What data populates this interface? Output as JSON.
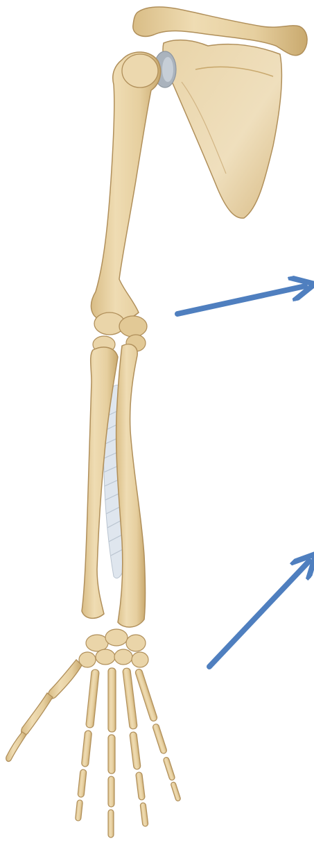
{
  "diagram": {
    "subject": "upper-limb-skeleton",
    "labels": [],
    "arrows": [
      {
        "id": "arrow-elbow",
        "direction": "up-right"
      },
      {
        "id": "arrow-wrist",
        "direction": "up-right"
      }
    ]
  },
  "colors": {
    "background": "#ffffff",
    "bone_fill": "#e8d3a6",
    "bone_shadow": "#c9a96e",
    "bone_outline": "#b08f5a",
    "cartilage": "#aab3bd",
    "interosseous_membrane": "#dfe6ee",
    "membrane_lines": "#b9c4d0",
    "arrow": "#4f7fbf"
  }
}
